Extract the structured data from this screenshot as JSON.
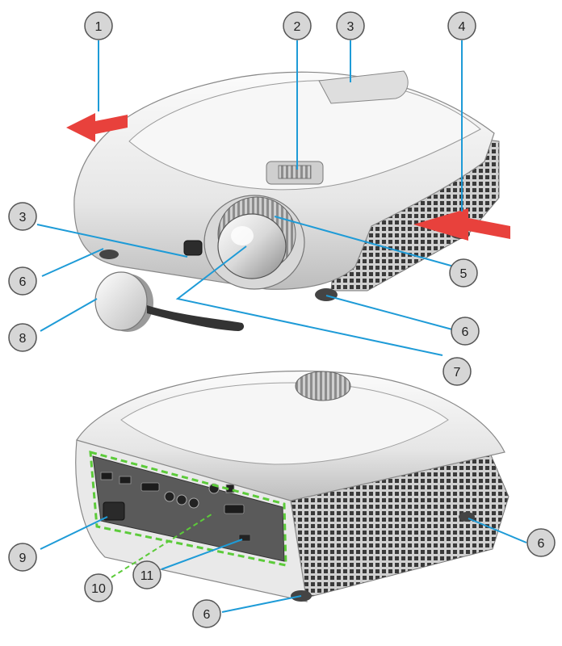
{
  "colors": {
    "leader_line": "#1e9bd7",
    "interface_dashed_box": "#5ccb3a",
    "airflow_arrow": "#e8413c",
    "callout_fill": "#d6d6d6",
    "callout_stroke": "#555555",
    "projector_body": "#f2f2f2"
  },
  "callouts": [
    {
      "id": "c1",
      "label": "1"
    },
    {
      "id": "c2",
      "label": "2"
    },
    {
      "id": "c3a",
      "label": "3"
    },
    {
      "id": "c4",
      "label": "4"
    },
    {
      "id": "c3b",
      "label": "3"
    },
    {
      "id": "c6a",
      "label": "6"
    },
    {
      "id": "c5",
      "label": "5"
    },
    {
      "id": "c8",
      "label": "8"
    },
    {
      "id": "c6b",
      "label": "6"
    },
    {
      "id": "c7",
      "label": "7"
    },
    {
      "id": "c9",
      "label": "9"
    },
    {
      "id": "c6c",
      "label": "6"
    },
    {
      "id": "c10",
      "label": "10"
    },
    {
      "id": "c11",
      "label": "11"
    },
    {
      "id": "c6d",
      "label": "6"
    }
  ]
}
